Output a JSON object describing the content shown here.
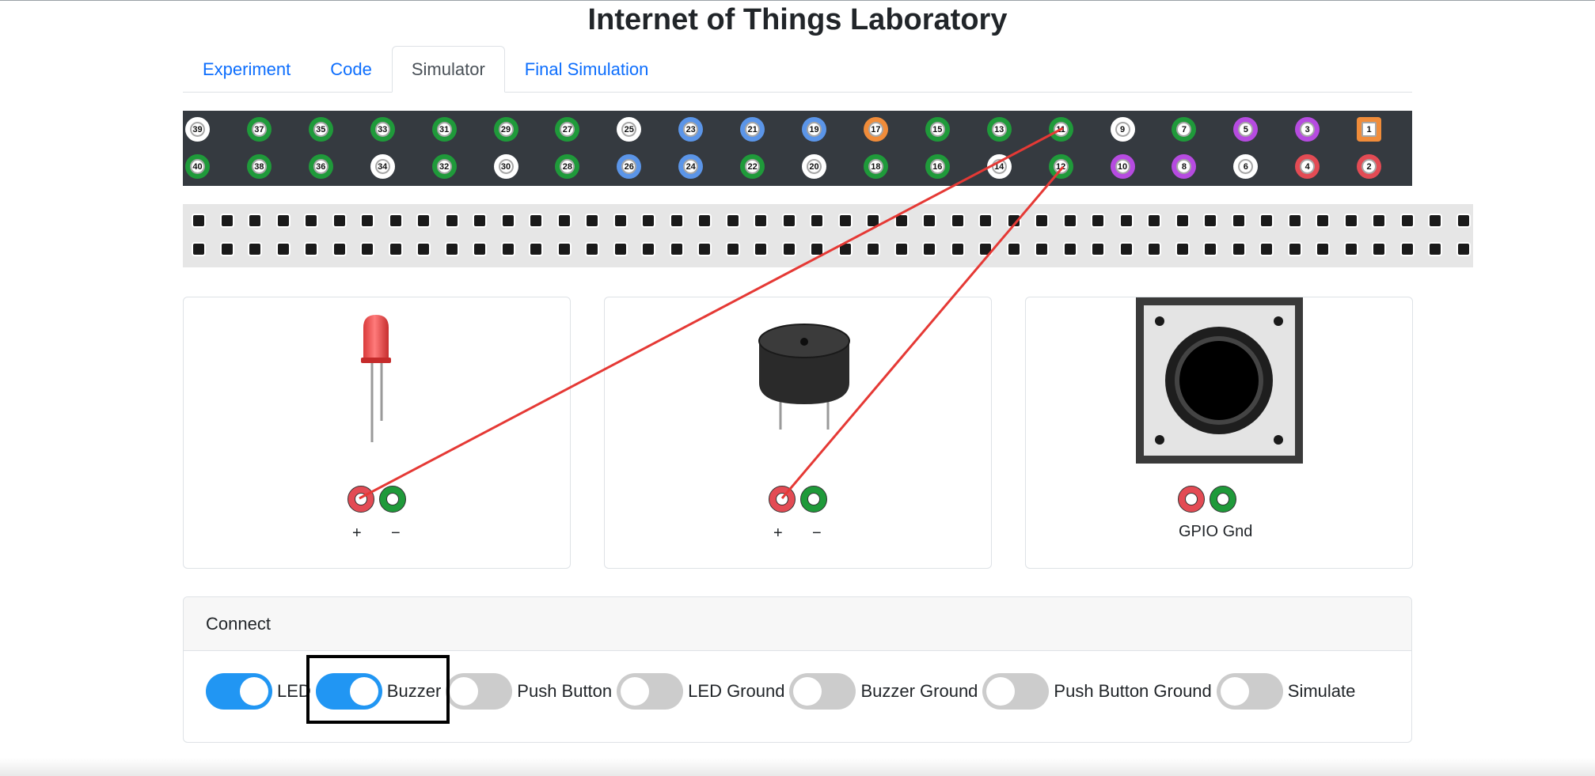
{
  "page": {
    "title": "Internet of Things Laboratory"
  },
  "tabs": [
    {
      "label": "Experiment",
      "active": false
    },
    {
      "label": "Code",
      "active": false
    },
    {
      "label": "Simulator",
      "active": true
    },
    {
      "label": "Final Simulation",
      "active": false
    }
  ],
  "gpio": {
    "top_row": [
      {
        "n": "39",
        "c": "#ffffff"
      },
      {
        "n": "37",
        "c": "#1f9a3a"
      },
      {
        "n": "35",
        "c": "#1f9a3a"
      },
      {
        "n": "33",
        "c": "#1f9a3a"
      },
      {
        "n": "31",
        "c": "#1f9a3a"
      },
      {
        "n": "29",
        "c": "#1f9a3a"
      },
      {
        "n": "27",
        "c": "#1f9a3a"
      },
      {
        "n": "25",
        "c": "#ffffff"
      },
      {
        "n": "23",
        "c": "#5b95e8"
      },
      {
        "n": "21",
        "c": "#5b95e8"
      },
      {
        "n": "19",
        "c": "#5b95e8"
      },
      {
        "n": "17",
        "c": "#f08c3a"
      },
      {
        "n": "15",
        "c": "#1f9a3a"
      },
      {
        "n": "13",
        "c": "#1f9a3a"
      },
      {
        "n": "11",
        "c": "#1f9a3a"
      },
      {
        "n": "9",
        "c": "#ffffff"
      },
      {
        "n": "7",
        "c": "#1f9a3a"
      },
      {
        "n": "5",
        "c": "#b64be0"
      },
      {
        "n": "3",
        "c": "#b64be0"
      },
      {
        "n": "1",
        "c": "#f08c3a",
        "square": true
      }
    ],
    "bottom_row": [
      {
        "n": "40",
        "c": "#1f9a3a"
      },
      {
        "n": "38",
        "c": "#1f9a3a"
      },
      {
        "n": "36",
        "c": "#1f9a3a"
      },
      {
        "n": "34",
        "c": "#ffffff"
      },
      {
        "n": "32",
        "c": "#1f9a3a"
      },
      {
        "n": "30",
        "c": "#ffffff"
      },
      {
        "n": "28",
        "c": "#1f9a3a"
      },
      {
        "n": "26",
        "c": "#5b95e8"
      },
      {
        "n": "24",
        "c": "#5b95e8"
      },
      {
        "n": "22",
        "c": "#1f9a3a"
      },
      {
        "n": "20",
        "c": "#ffffff"
      },
      {
        "n": "18",
        "c": "#1f9a3a"
      },
      {
        "n": "16",
        "c": "#1f9a3a"
      },
      {
        "n": "14",
        "c": "#ffffff"
      },
      {
        "n": "12",
        "c": "#1f9a3a"
      },
      {
        "n": "10",
        "c": "#b64be0"
      },
      {
        "n": "8",
        "c": "#b64be0"
      },
      {
        "n": "6",
        "c": "#ffffff"
      },
      {
        "n": "4",
        "c": "#e34b54"
      },
      {
        "n": "2",
        "c": "#e34b54"
      }
    ]
  },
  "components": {
    "led": {
      "plus": "+",
      "minus": "−"
    },
    "buzzer": {
      "plus": "+",
      "minus": "−"
    },
    "push_button": {
      "label": "GPIO Gnd"
    }
  },
  "connect": {
    "header": "Connect",
    "toggles": [
      {
        "label": "LED",
        "on": true
      },
      {
        "label": "Buzzer",
        "on": true
      },
      {
        "label": "Push Button",
        "on": false
      },
      {
        "label": "LED Ground",
        "on": false
      },
      {
        "label": "Buzzer Ground",
        "on": false
      },
      {
        "label": "Push Button Ground",
        "on": false
      },
      {
        "label": "Simulate",
        "on": false
      }
    ]
  },
  "colors": {
    "wire": "#e53935",
    "toggle_on": "#2196f3",
    "toggle_off": "#cccccc",
    "tab_link": "#0d6efd"
  }
}
